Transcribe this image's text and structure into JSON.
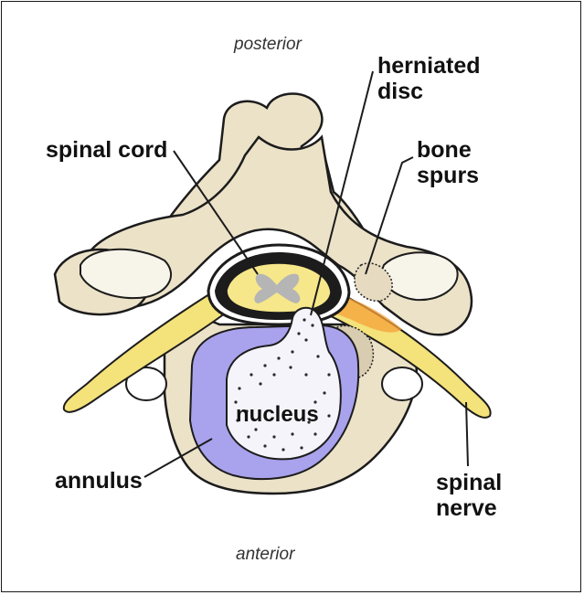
{
  "orientation": {
    "top": "posterior",
    "bottom": "anterior"
  },
  "labels": {
    "herniated_disc": [
      "herniated",
      "disc"
    ],
    "spinal_cord": "spinal cord",
    "bone_spurs": [
      "bone",
      "spurs"
    ],
    "nucleus": "nucleus",
    "annulus": "annulus",
    "spinal_nerve": [
      "spinal",
      "nerve"
    ]
  },
  "colors": {
    "bone": "#ebe2c8",
    "bone_shadow": "#c9bc9a",
    "outline": "#1c1c1c",
    "nerve": "#f4e27a",
    "annulus": "#a9a2ec",
    "nucleus": "#f4f4fa",
    "cord_gray": "#b5b5b5",
    "inflammation": "#f5a23a"
  }
}
